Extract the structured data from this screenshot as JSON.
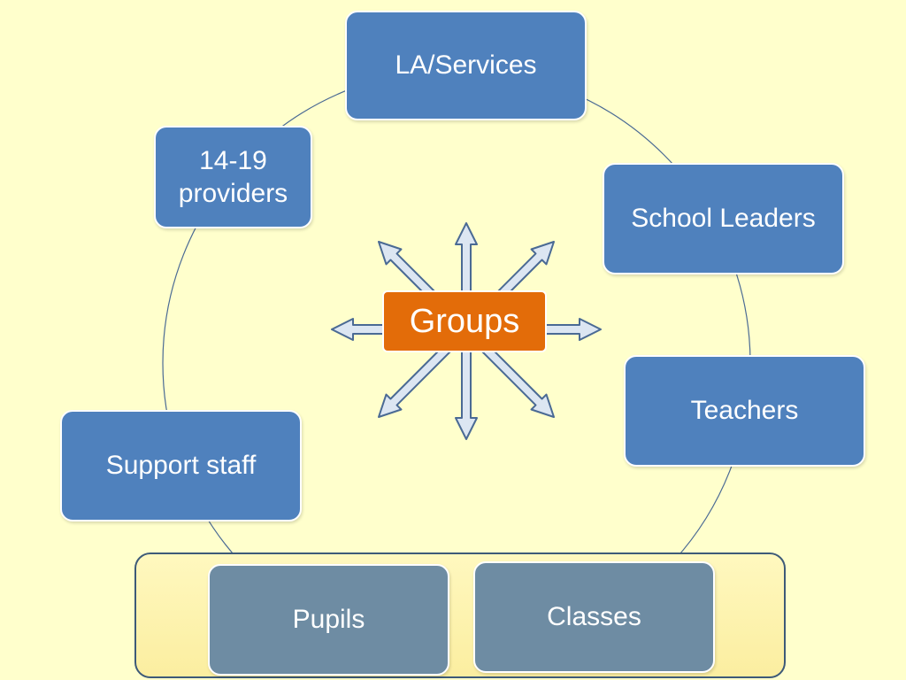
{
  "diagram": {
    "center_label": "Groups",
    "nodes": {
      "la_services": "LA/Services",
      "school_leaders": "School Leaders",
      "teachers": "Teachers",
      "classes": "Classes",
      "pupils": "Pupils",
      "support_staff": "Support staff",
      "providers_line1": "14-19",
      "providers_line2": "providers"
    }
  },
  "colors": {
    "background": "#ffffcc",
    "node_fill": "#4f81bd",
    "node_fill_grey": "#6e8ca3",
    "center_fill": "#e36c09",
    "arrow_fill": "#dce6f2",
    "arrow_stroke": "#4a6a94",
    "ring": "#4a6a94"
  }
}
